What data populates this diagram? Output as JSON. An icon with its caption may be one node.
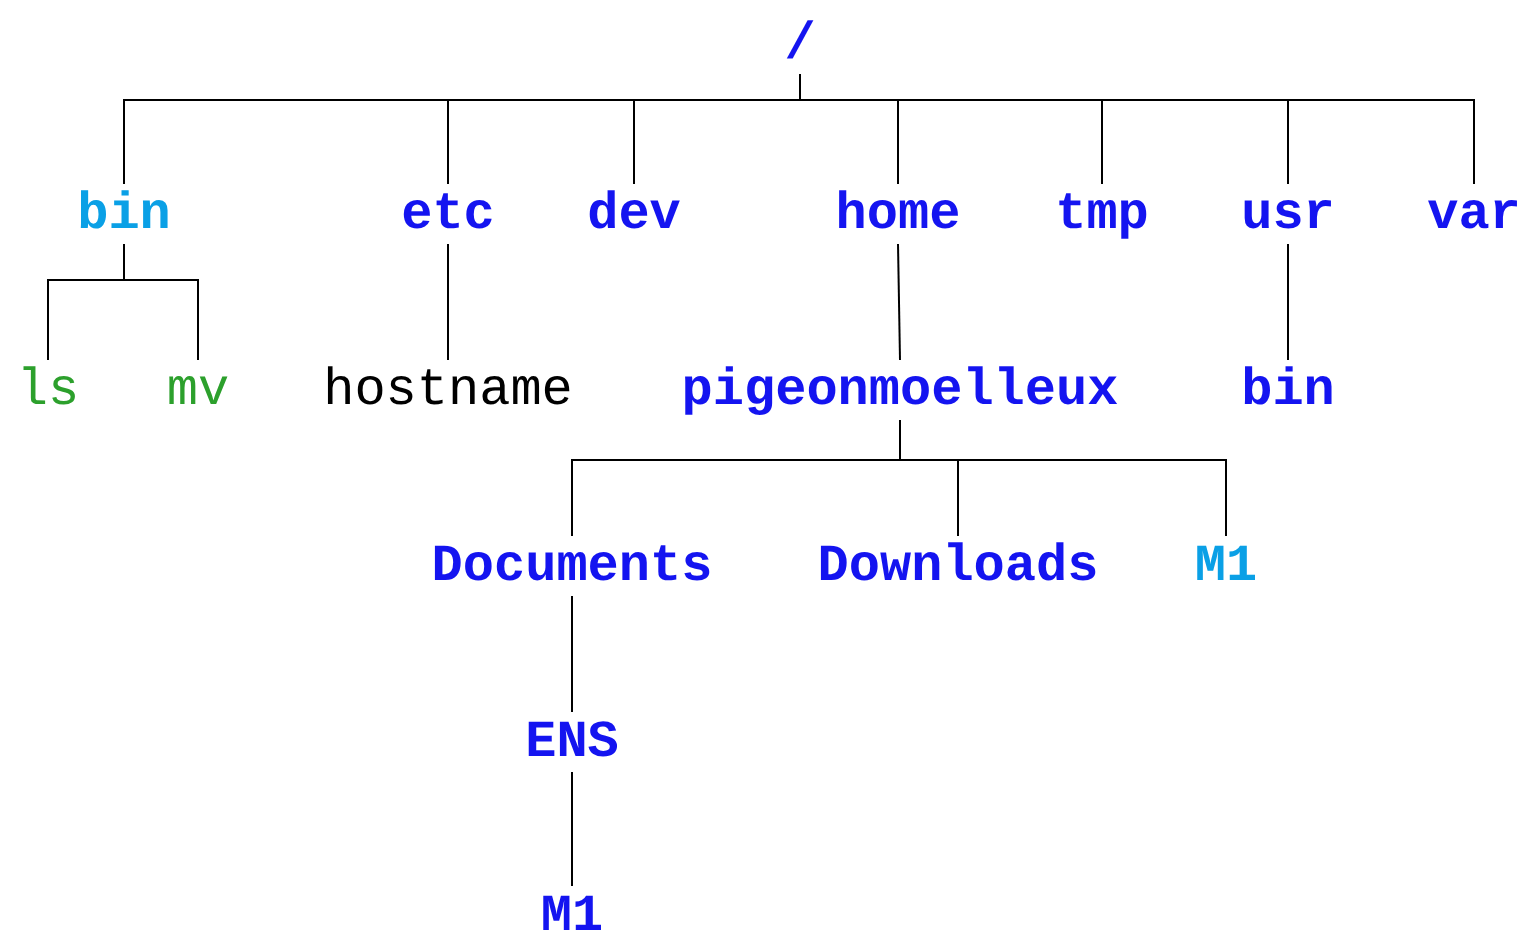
{
  "diagram": {
    "nodes": [
      {
        "text": [
          "/"
        ]
      },
      {
        "text": [
          "bin"
        ]
      },
      {
        "text": [
          "etc"
        ]
      },
      {
        "text": [
          "dev"
        ]
      },
      {
        "text": [
          "home"
        ]
      },
      {
        "text": [
          "tmp"
        ]
      },
      {
        "text": [
          "usr"
        ]
      },
      {
        "text": [
          "var"
        ]
      },
      {
        "text": [
          "ls"
        ]
      },
      {
        "text": [
          "mv"
        ]
      },
      {
        "text": [
          "hostname"
        ]
      },
      {
        "text": [
          "pigeonmoelleux"
        ]
      },
      {
        "text": [
          "bin"
        ]
      },
      {
        "text": [
          "Documents"
        ]
      },
      {
        "text": [
          "Downloads"
        ]
      },
      {
        "text": [
          "M1"
        ]
      },
      {
        "text": [
          "ENS"
        ]
      },
      {
        "text": [
          "M1"
        ]
      }
    ],
    "edges": [
      {
        "from": 0,
        "to": 1,
        "arrow": "none"
      },
      {
        "from": 0,
        "to": 2,
        "arrow": "none"
      },
      {
        "from": 0,
        "to": 3,
        "arrow": "none"
      },
      {
        "from": 0,
        "to": 4,
        "arrow": "none"
      },
      {
        "from": 0,
        "to": 5,
        "arrow": "none"
      },
      {
        "from": 0,
        "to": 6,
        "arrow": "none"
      },
      {
        "from": 0,
        "to": 7,
        "arrow": "none"
      },
      {
        "from": 1,
        "to": 8,
        "arrow": "none"
      },
      {
        "from": 1,
        "to": 9,
        "arrow": "none"
      },
      {
        "from": 2,
        "to": 10,
        "arrow": "none"
      },
      {
        "from": 4,
        "to": 11,
        "arrow": "none"
      },
      {
        "from": 6,
        "to": 12,
        "arrow": "none"
      },
      {
        "from": 11,
        "to": 13,
        "arrow": "none"
      },
      {
        "from": 11,
        "to": 14,
        "arrow": "none"
      },
      {
        "from": 11,
        "to": 15,
        "arrow": "none"
      },
      {
        "from": 13,
        "to": 16,
        "arrow": "none"
      },
      {
        "from": 16,
        "to": 17,
        "arrow": "none"
      }
    ]
  }
}
